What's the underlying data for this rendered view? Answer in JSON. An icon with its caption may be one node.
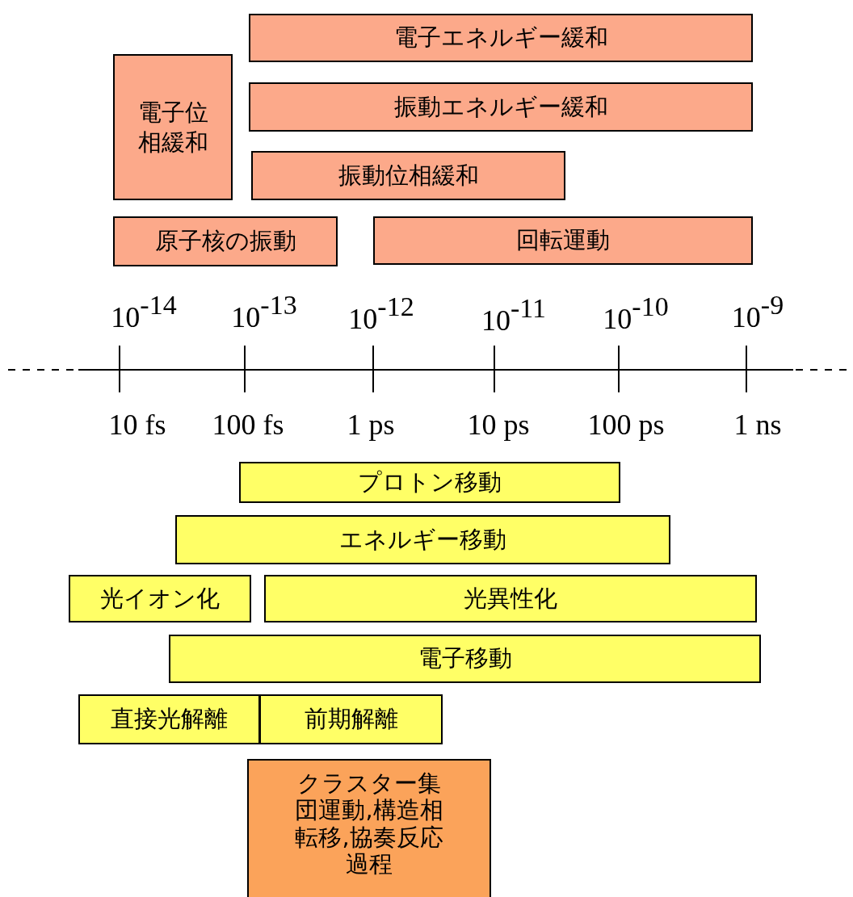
{
  "diagram": {
    "nodes": [
      {
        "text": [
          "電子エネルギー緩和"
        ]
      },
      {
        "text": [
          "電子位相緩和"
        ]
      },
      {
        "text": [
          "振動エネルギー緩和"
        ]
      },
      {
        "text": [
          "振動位相緩和"
        ]
      },
      {
        "text": [
          "原子核の振動"
        ]
      },
      {
        "text": [
          "回転運動"
        ]
      },
      {
        "text": [
          "プロトン移動"
        ]
      },
      {
        "text": [
          "エネルギー移動"
        ]
      },
      {
        "text": [
          "光イオン化"
        ]
      },
      {
        "text": [
          "光異性化"
        ]
      },
      {
        "text": [
          "電子移動"
        ]
      },
      {
        "text": [
          "直接光解離"
        ]
      },
      {
        "text": [
          "前期解離"
        ]
      },
      {
        "text": [
          "クラスター集団運動,構造相転移,協奏反応過程"
        ]
      }
    ],
    "edges": [],
    "labels": [
      "10$^{-14}$",
      "10$^{-13}$",
      "10$^{-12}$",
      "10$^{-11}$",
      "10$^{-10}$",
      "10$^{-9}$",
      "10 fs",
      "100 fs",
      "1 ps",
      "10 ps",
      "100 ps",
      "1 ns"
    ]
  }
}
